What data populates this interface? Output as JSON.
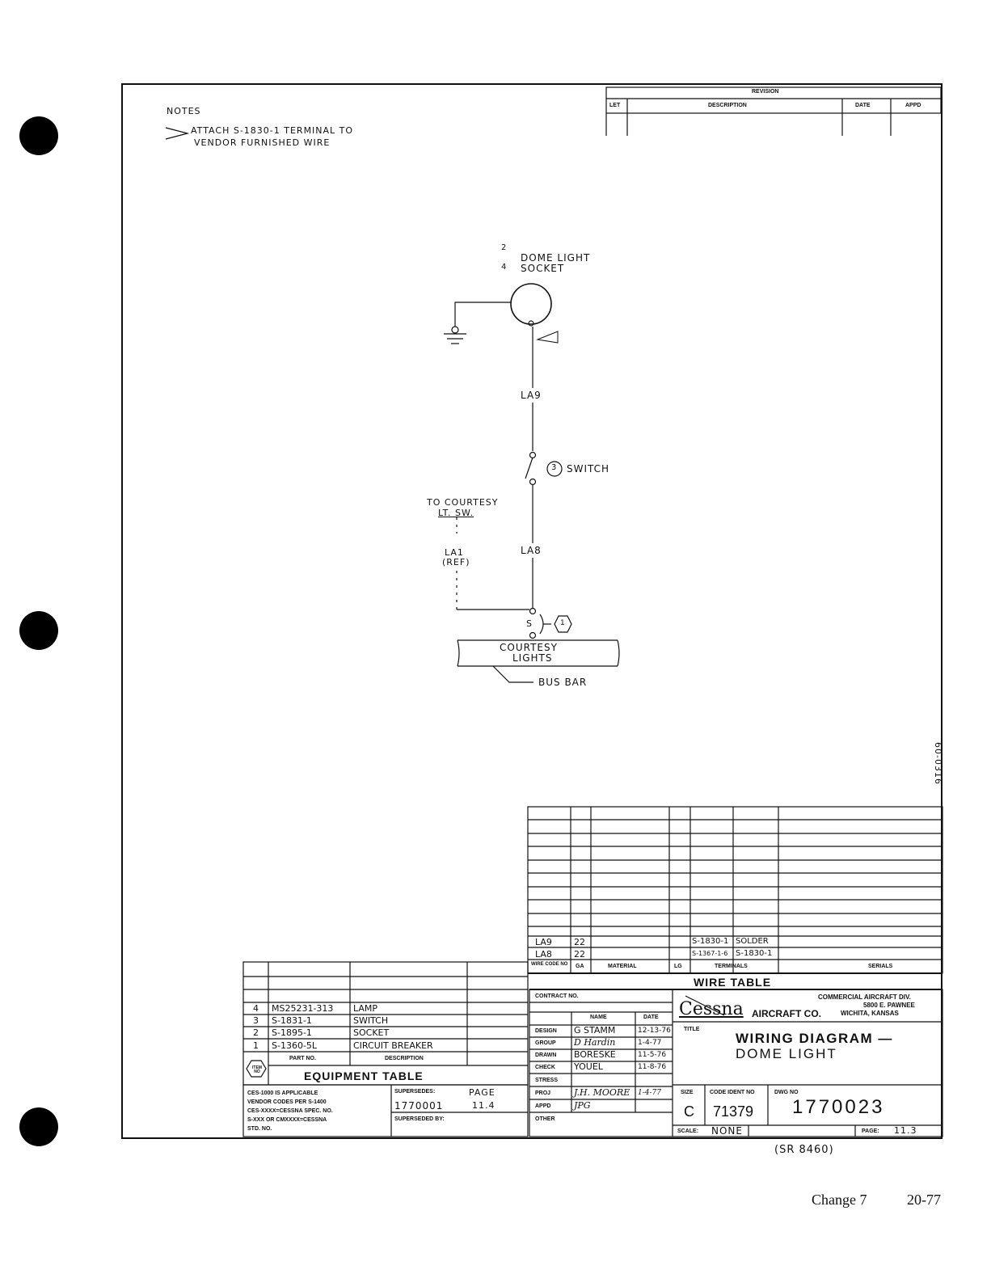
{
  "notes": {
    "heading": "NOTES",
    "line1": "ATTACH S-1830-1 TERMINAL TO",
    "line2": "VENDOR FURNISHED WIRE"
  },
  "revision": {
    "title": "REVISION",
    "columns": [
      "LET",
      "DESCRIPTION",
      "DATE",
      "APPD"
    ]
  },
  "schematic": {
    "dome_light_item_a": "2",
    "dome_light_item_b": "4",
    "dome_light_line1": "DOME LIGHT",
    "dome_light_line2": "SOCKET",
    "wire_la9": "LA9",
    "switch_item": "3",
    "switch_label": "SWITCH",
    "courtesy_line1": "TO COURTESY",
    "courtesy_line2": "LT. SW.",
    "wire_la1": "LA1",
    "wire_la1_ref": "(REF)",
    "wire_la8": "LA8",
    "terminal_s": "S",
    "note_flag": "1",
    "bus_line1": "COURTESY",
    "bus_line2": "LIGHTS",
    "bus_bar": "BUS BAR",
    "side_number": "60-0316"
  },
  "wire_table": {
    "title": "WIRE TABLE",
    "headers": [
      "WIRE CODE NO",
      "GA",
      "MATERIAL",
      "LG",
      "TERMINALS",
      "SERIALS"
    ],
    "rows": [
      {
        "code": "LA9",
        "ga": "22",
        "term1": "S-1830-1",
        "term2": "SOLDER"
      },
      {
        "code": "LA8",
        "ga": "22",
        "term1": "S-1367-1-6",
        "term2": "S-1830-1"
      }
    ]
  },
  "equipment_table": {
    "title": "EQUIPMENT TABLE",
    "headers": [
      "ITEM NO",
      "PART NO.",
      "DESCRIPTION"
    ],
    "rows": [
      {
        "item": "4",
        "part": "MS25231-313",
        "desc": "LAMP"
      },
      {
        "item": "3",
        "part": "S-1831-1",
        "desc": "SWITCH"
      },
      {
        "item": "2",
        "part": "S-1895-1",
        "desc": "SOCKET"
      },
      {
        "item": "1",
        "part": "S-1360-5L",
        "desc": "CIRCUIT BREAKER"
      }
    ]
  },
  "ces_note": [
    "CES-1000 IS APPLICABLE",
    "VENDOR CODES PER S-1400",
    "CES-XXXX=CESSNA SPEC. NO.",
    "S-XXX OR CMXXXX=CESSNA",
    "STD. NO."
  ],
  "supersedes": {
    "label": "SUPERSEDES:",
    "page_label": "PAGE",
    "number": "1770001",
    "page": "11.4",
    "superseded_by": "SUPERSEDED BY:"
  },
  "title_block": {
    "contract": "CONTRACT NO.",
    "name_header": "NAME",
    "date_header": "DATE",
    "roles": [
      {
        "role": "DESIGN",
        "name": "G STAMM",
        "date": "12-13-76"
      },
      {
        "role": "GROUP",
        "name": "D Hardin",
        "date": "1-4-77"
      },
      {
        "role": "DRAWN",
        "name": "BORESKE",
        "date": "11-5-76"
      },
      {
        "role": "CHECK",
        "name": "YOUEL",
        "date": "11-8-76"
      },
      {
        "role": "STRESS",
        "name": "",
        "date": ""
      },
      {
        "role": "PROJ",
        "name": "J.H. MOORE",
        "date": "1-4-77"
      },
      {
        "role": "APPD",
        "name": "JPG",
        "date": ""
      },
      {
        "role": "OTHER",
        "name": "",
        "date": ""
      }
    ],
    "company_logo": "Cessna",
    "company_suffix": "AIRCRAFT CO.",
    "division_line1": "COMMERCIAL AIRCRAFT DIV.",
    "division_line2": "5800 E. PAWNEE",
    "division_line3": "WICHITA, KANSAS",
    "title_label": "TITLE",
    "title_line1": "WIRING DIAGRAM —",
    "title_line2": "DOME LIGHT",
    "size_label": "SIZE",
    "size": "C",
    "code_ident_label": "CODE IDENT NO",
    "code_ident": "71379",
    "dwg_label": "DWG NO",
    "dwg_no": "1770023",
    "scale_label": "SCALE:",
    "scale": "NONE",
    "page_label": "PAGE:",
    "page": "11.3"
  },
  "sr_note": "(SR 8460)",
  "footer": {
    "change": "Change 7",
    "page": "20-77"
  }
}
